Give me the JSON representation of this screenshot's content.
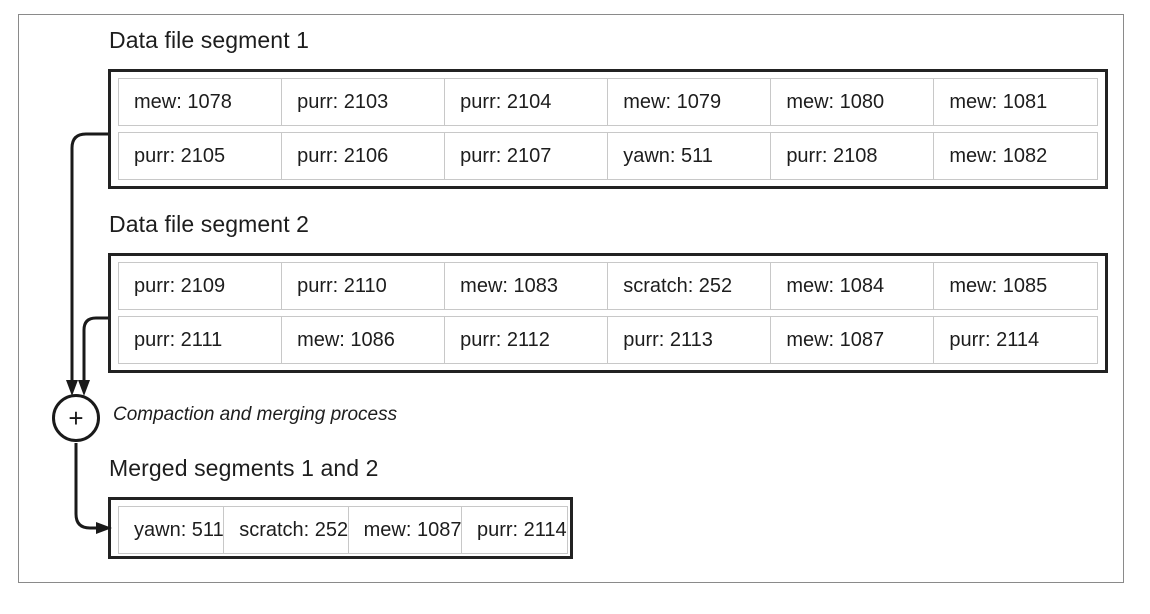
{
  "figure": {
    "caption_visible": false
  },
  "sections": {
    "segment1": {
      "title": "Data file segment 1",
      "rows": [
        [
          "mew: 1078",
          "purr: 2103",
          "purr: 2104",
          "mew: 1079",
          "mew: 1080",
          "mew: 1081"
        ],
        [
          "purr: 2105",
          "purr: 2106",
          "purr: 2107",
          "yawn: 511",
          "purr: 2108",
          "mew: 1082"
        ]
      ]
    },
    "segment2": {
      "title": "Data file segment 2",
      "rows": [
        [
          "purr: 2109",
          "purr: 2110",
          "mew: 1083",
          "scratch: 252",
          "mew: 1084",
          "mew: 1085"
        ],
        [
          "purr: 2111",
          "mew: 1086",
          "purr: 2112",
          "purr: 2113",
          "mew: 1087",
          "purr: 2114"
        ]
      ]
    },
    "merged": {
      "title": "Merged segments 1 and 2",
      "rows": [
        [
          "yawn: 511",
          "scratch: 252",
          "mew: 1087",
          "purr: 2114"
        ]
      ]
    }
  },
  "process": {
    "node_symbol": "+",
    "label": "Compaction and merging process"
  },
  "colors": {
    "outer_frame": "#8a8a8a",
    "segment_border": "#222222",
    "cell_border": "#c8c8c8",
    "text": "#1d1d1d",
    "connector": "#1a1a1a",
    "background": "#ffffff"
  }
}
